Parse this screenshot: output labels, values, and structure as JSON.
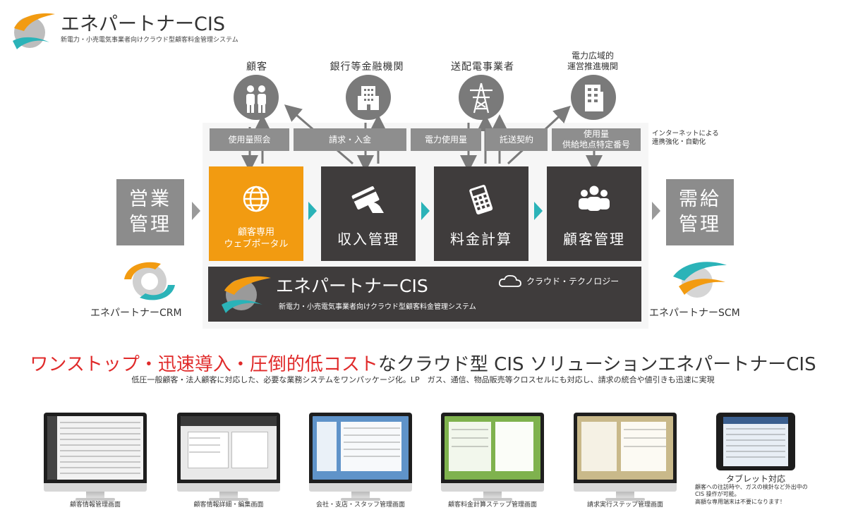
{
  "header": {
    "title": "エネパートナーCIS",
    "subtitle": "新電力・小売電気事業者向けクラウド型顧客料金管理システム"
  },
  "stakeholders": [
    {
      "label": "顧客",
      "icon": "people-icon"
    },
    {
      "label": "銀行等金融機関",
      "icon": "bank-building-icon"
    },
    {
      "label": "送配電事業者",
      "icon": "power-tower-icon"
    },
    {
      "label_line1": "電力広域的",
      "label_line2": "運営推進機関",
      "icon": "office-building-icon"
    }
  ],
  "flow_labels": {
    "usage_inquiry": "使用量照会",
    "billing_payment": "請求・入金",
    "power_usage": "電力使用量",
    "consignment": "託送契約",
    "usage_point_1": "使用量",
    "usage_point_2": "供給地点特定番号"
  },
  "internet_note": {
    "line1": "インターネットによる",
    "line2": "連携強化・自動化"
  },
  "modules": {
    "portal_line1": "顧客専用",
    "portal_line2": "ウェブポータル",
    "revenue": "収入管理",
    "billing": "料金計算",
    "customer": "顧客管理"
  },
  "side": {
    "left_line1": "営業",
    "left_line2": "管理",
    "right_line1": "需給",
    "right_line2": "管理",
    "crm_label": "エネパートナーCRM",
    "scm_label": "エネパートナーSCM"
  },
  "cis_bar": {
    "title": "エネパートナーCIS",
    "subtitle": "新電力・小売電気事業者向けクラウド型顧客料金管理システム",
    "cloud": "クラウド・テクノロジー"
  },
  "tagline": {
    "red": "ワンストップ・迅速導入・圧倒的低コスト",
    "black": "なクラウド型 CIS ソリューションエネパートナーCIS",
    "sub": "低圧一般顧客・法人顧客に対応した、必要な業務システムをワンパッケージ化。LP　ガス、通信、物品販売等クロスセルにも対応し、請求の統合や値引きも迅速に実現"
  },
  "screens": [
    {
      "caption": "顧客情報管理画面",
      "color": "#f2f2f2"
    },
    {
      "caption": "顧客情報詳細・編集画面",
      "color": "#e9e9e9"
    },
    {
      "caption": "会社・支店・スタッフ管理画面",
      "color": "#5f93c9"
    },
    {
      "caption": "顧客料金計算ステップ管理画面",
      "color": "#7fb24e"
    },
    {
      "caption": "請求実行ステップ管理画面",
      "color": "#c9b98a"
    }
  ],
  "tablet": {
    "title": "タブレット対応",
    "line1": "顧客への往訪時や、ガスの検針など外出中の",
    "line2": "CIS 操作が可能。",
    "line3": "高額な専用端末は不要になります！"
  },
  "colors": {
    "orange": "#f29b11",
    "dark": "#3f3c3c",
    "gray": "#8c8c8c",
    "teal": "#2bb3b8",
    "red": "#e02a2a"
  }
}
